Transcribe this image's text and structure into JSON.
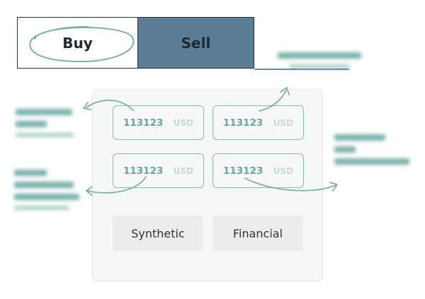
{
  "tabs": {
    "buy_label": "Buy",
    "sell_label": "Sell"
  },
  "fields": [
    {
      "value": "113123",
      "unit": "USD"
    },
    {
      "value": "113123",
      "unit": "USD"
    },
    {
      "value": "113123",
      "unit": "USD"
    },
    {
      "value": "113123",
      "unit": "USD"
    }
  ],
  "options": {
    "synthetic_label": "Synthetic",
    "financial_label": "Financial"
  },
  "colors": {
    "accent_teal": "#6aa49d",
    "sell_tab": "#5b7d96",
    "outline_dark": "#1f2f3c"
  }
}
